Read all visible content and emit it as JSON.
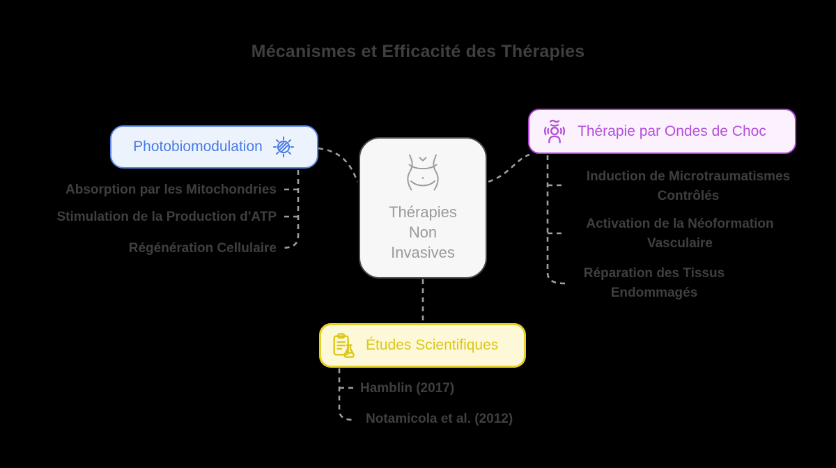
{
  "title": "Mécanismes et Efficacité des Thérapies",
  "background_color": "#000000",
  "text_color": "#3f3f3f",
  "connector_color": "#9e9e9e",
  "central_node": {
    "icon": "torso-icon",
    "label": "Thérapies Non Invasives",
    "lines": [
      "Thérapies",
      "Non",
      "Invasives"
    ],
    "background_color": "#f7f7f7",
    "border_color": "#4b4b4b",
    "text_color": "#9a9a9a"
  },
  "branches": {
    "photobiomodulation": {
      "label": "Photobiomodulation",
      "icon": "sun-icon",
      "accent_color": "#4a7ce4",
      "border_color": "#5b87e8",
      "background_color": "#edf3fd",
      "children": [
        "Absorption par les Mitochondries",
        "Stimulation de la Production d'ATP",
        "Régénération Cellulaire"
      ]
    },
    "ondes_de_choc": {
      "label": "Thérapie par Ondes de Choc",
      "icon": "shockwave-person-icon",
      "accent_color": "#b44fd8",
      "border_color": "#b13fd6",
      "background_color": "#fbf2fe",
      "children": [
        "Induction de Microtraumatismes Contrôlés",
        "Activation de la Néoformation Vasculaire",
        "Réparation des Tissus Endommagés"
      ]
    },
    "etudes_scientifiques": {
      "label": "Études Scientifiques",
      "icon": "clipboard-flask-icon",
      "accent_color": "#dcc716",
      "border_color": "#e6cf25",
      "background_color": "#fdf9d8",
      "children": [
        "Hamblin (2017)",
        "Notamicola et al. (2012)"
      ]
    }
  }
}
